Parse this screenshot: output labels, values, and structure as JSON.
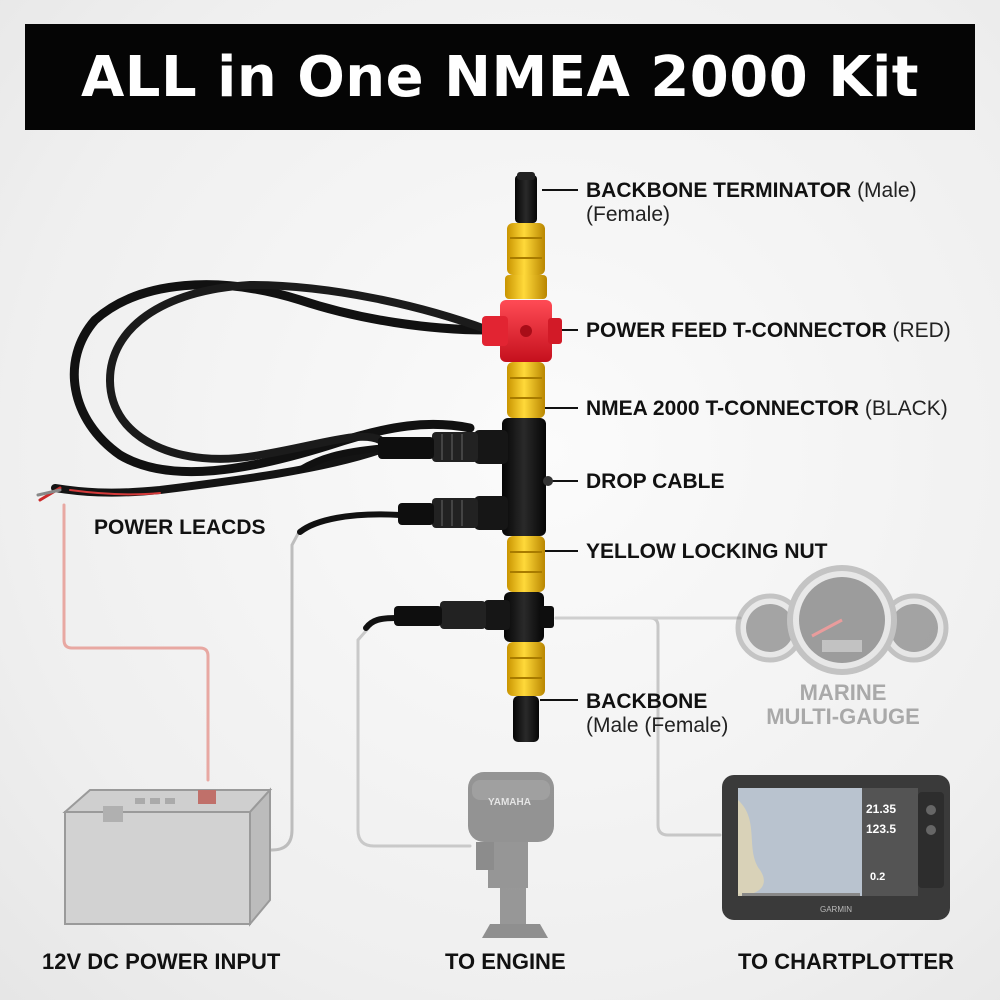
{
  "title": "ALL in One NMEA 2000 Kit",
  "labels": {
    "backbone_terminator": "BACKBONE TERMINATOR",
    "backbone_terminator_male": "(Male)",
    "backbone_terminator_female": "(Female)",
    "power_feed": "POWER FEED T-CONNECTOR",
    "power_feed_color": "(RED)",
    "nmea_t": "NMEA 2000 T-CONNECTOR",
    "nmea_t_color": "(BLACK)",
    "drop_cable": "DROP CABLE",
    "yellow_nut": "YELLOW LOCKING NUT",
    "backbone": "BACKBONE",
    "backbone_sub": "(Male (Female)",
    "power_leads": "POWER LEACDS",
    "gauge_line1": "MARINE",
    "gauge_line2": "MULTI-GAUGE",
    "dc_input": "12V DC POWER INPUT",
    "to_engine": "TO ENGINE",
    "to_chartplotter": "TO CHARTPLOTTER"
  },
  "engine_brand": "YAMAHA",
  "plotter": {
    "brand": "GARMIN",
    "readout_1": "21.35",
    "readout_2": "123.5",
    "readout_3": "0.2"
  },
  "colors": {
    "connector_yellow": "#f2c21a",
    "connector_red": "#e8202e",
    "connector_black": "#151515",
    "power_wire_red": "#e9a09a"
  }
}
